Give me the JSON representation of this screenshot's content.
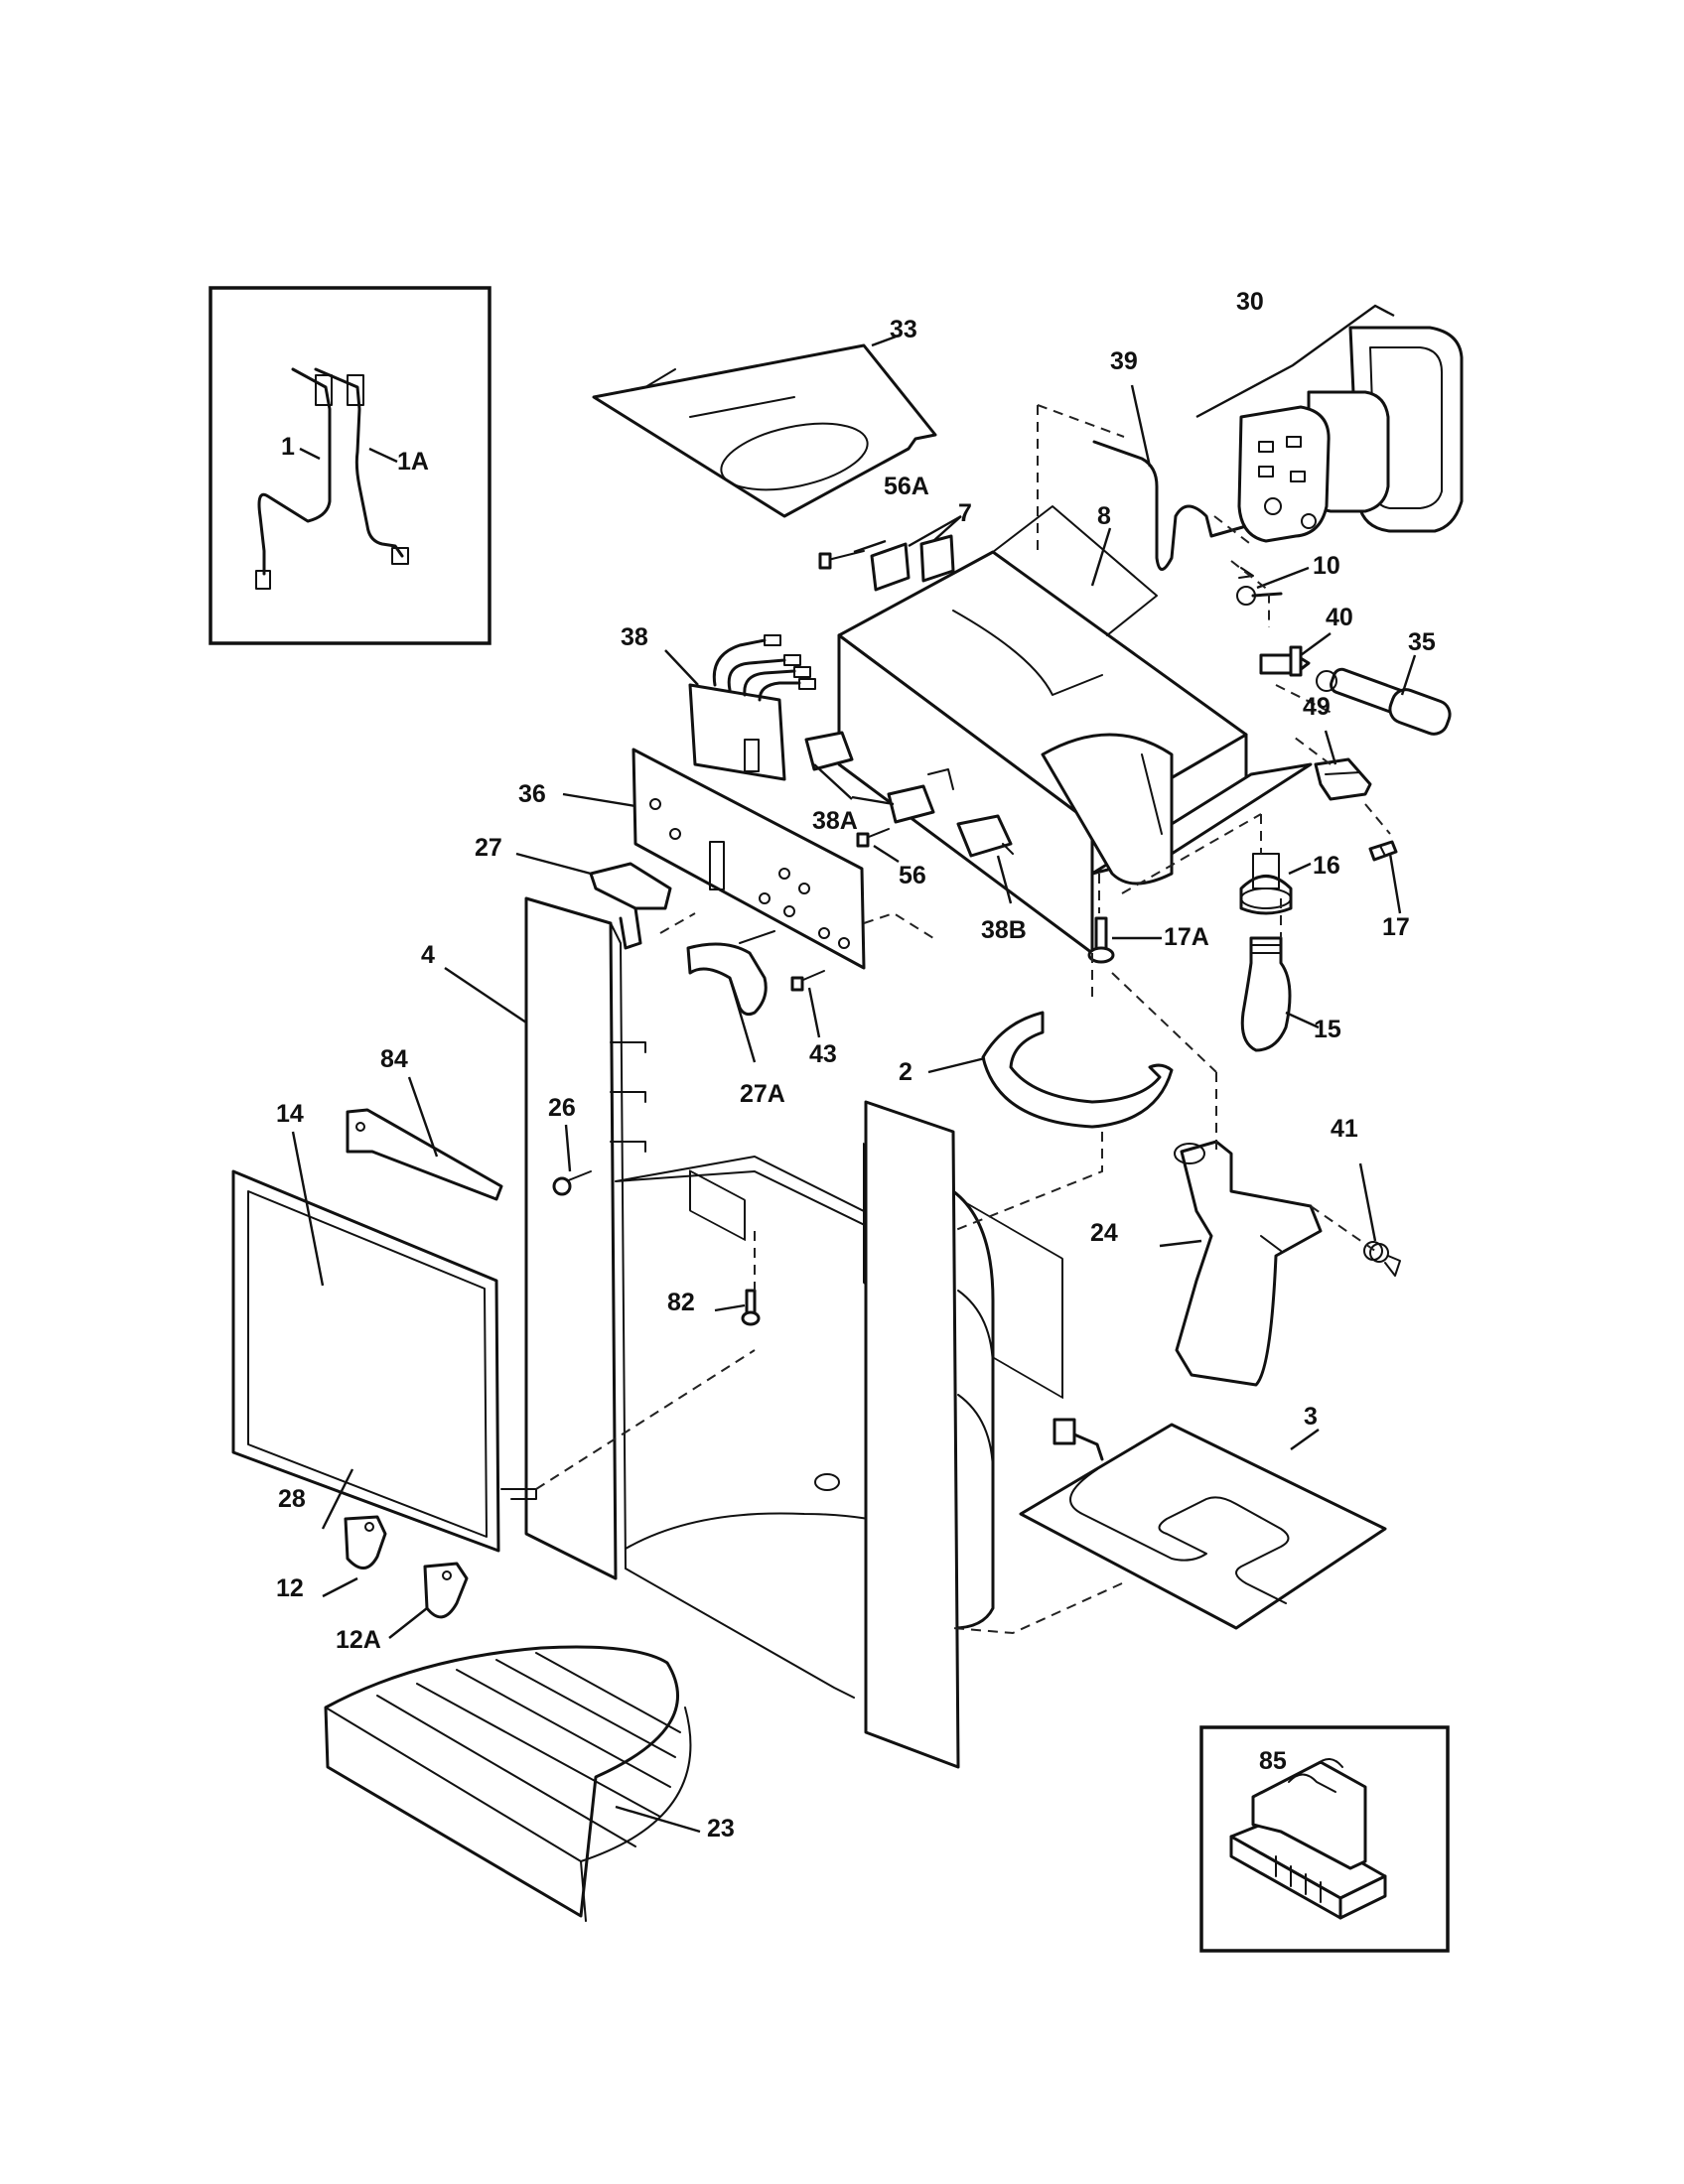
{
  "callouts": {
    "c1": "1",
    "c1A": "1A",
    "c2": "2",
    "c3": "3",
    "c4": "4",
    "c7": "7",
    "c8": "8",
    "c10": "10",
    "c12": "12",
    "c12A": "12A",
    "c14": "14",
    "c15": "15",
    "c16": "16",
    "c17": "17",
    "c17A": "17A",
    "c23": "23",
    "c24": "24",
    "c26": "26",
    "c27": "27",
    "c27A": "27A",
    "c28": "28",
    "c30": "30",
    "c33": "33",
    "c35": "35",
    "c36": "36",
    "c38": "38",
    "c38A": "38A",
    "c38B": "38B",
    "c39": "39",
    "c40": "40",
    "c41": "41",
    "c43": "43",
    "c49": "49",
    "c56": "56",
    "c56A": "56A",
    "c82": "82",
    "c84": "84",
    "c85": "85"
  }
}
